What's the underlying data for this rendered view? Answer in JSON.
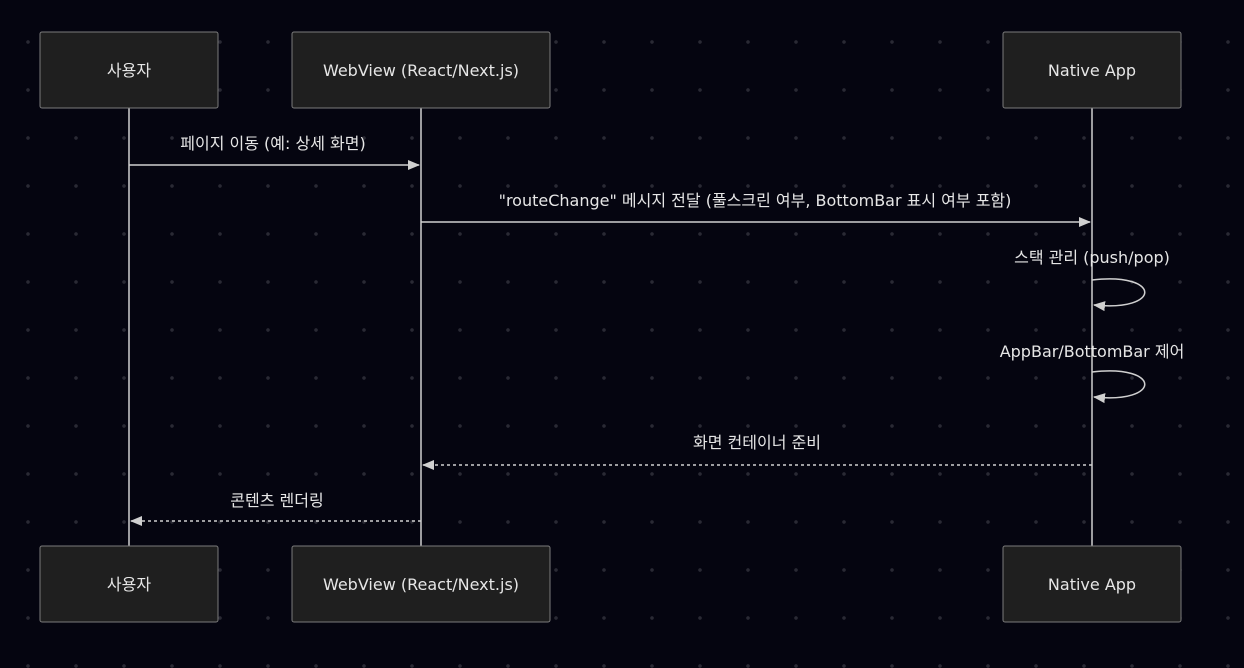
{
  "diagram": {
    "participants": [
      {
        "id": "user",
        "label": "사용자"
      },
      {
        "id": "webview",
        "label": "WebView (React/Next.js)"
      },
      {
        "id": "native",
        "label": "Native App"
      }
    ],
    "messages": [
      {
        "from": "user",
        "to": "webview",
        "label": "페이지 이동 (예: 상세 화면)",
        "style": "solid"
      },
      {
        "from": "webview",
        "to": "native",
        "label": "\"routeChange\" 메시지 전달 (풀스크린 여부, BottomBar 표시 여부 포함)",
        "style": "solid"
      },
      {
        "from": "native",
        "to": "native",
        "label": "스택 관리 (push/pop)",
        "style": "solid"
      },
      {
        "from": "native",
        "to": "native",
        "label": "AppBar/BottomBar 제어",
        "style": "solid"
      },
      {
        "from": "native",
        "to": "webview",
        "label": "화면 컨테이너 준비",
        "style": "dashed"
      },
      {
        "from": "webview",
        "to": "user",
        "label": "콘텐츠 렌더링",
        "style": "dashed"
      }
    ]
  }
}
